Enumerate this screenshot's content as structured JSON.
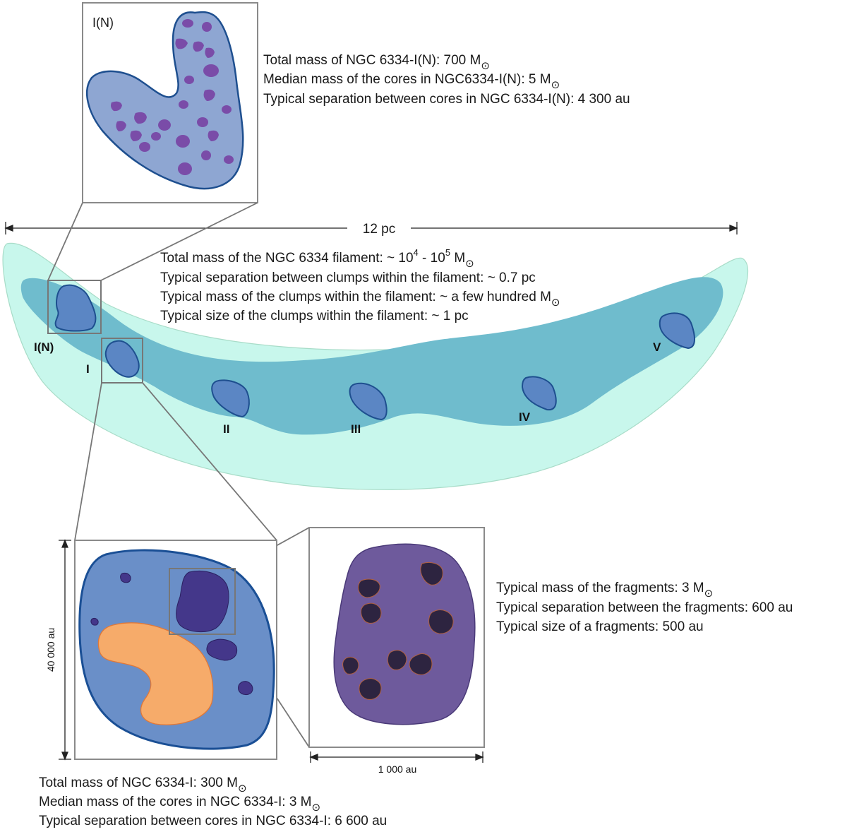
{
  "inset_IN": {
    "label": "I(N)",
    "lines": [
      {
        "text": "Total mass of NGC 6334-I(N): 700 M",
        "sub": "⊙"
      },
      {
        "text": "Median mass of the cores in NGC6334-I(N): 5 M",
        "sub": "⊙"
      },
      {
        "text": "Typical separation between cores in NGC 6334-I(N): 4 300 au",
        "sub": ""
      }
    ]
  },
  "filament": {
    "scale_label": "12 pc",
    "lines": [
      {
        "pre": "Total mass of the NGC 6334 filament: ~ 10",
        "sup1": "4",
        "mid": " - 10",
        "sup2": "5",
        "post": " M",
        "sub": "⊙"
      },
      {
        "text": "Typical separation between clumps within the filament: ~ 0.7 pc",
        "sub": ""
      },
      {
        "text": "Typical mass of the clumps within the filament: ~ a few hundred M",
        "sub": "⊙"
      },
      {
        "text": "Typical size of the clumps within the filament: ~ 1 pc",
        "sub": ""
      }
    ],
    "clump_labels": [
      "I(N)",
      "I",
      "II",
      "III",
      "IV",
      "V"
    ]
  },
  "inset_I": {
    "scale_label": "40 000 au",
    "lines": [
      {
        "text": "Total mass of NGC 6334-I: 300 M",
        "sub": "⊙"
      },
      {
        "text": "Median mass of the cores in NGC 6334-I: 3 M",
        "sub": "⊙"
      },
      {
        "text": "Typical separation between cores in NGC 6334-I: 6 600 au",
        "sub": ""
      }
    ]
  },
  "inset_core": {
    "scale_label": "1 000 au",
    "lines": [
      {
        "text": "Typical mass of the fragments: 3 M",
        "sub": "⊙"
      },
      {
        "text": "Typical separation between the fragments: 600 au",
        "sub": ""
      },
      {
        "text": "Typical size  of a fragments: 500 au",
        "sub": ""
      }
    ]
  },
  "colors": {
    "outer_filament": "#c8f7ec",
    "inner_filament": "#6fbccd",
    "clump": "#5b86c4",
    "clump_edge": "#1e4f8f",
    "core_violet": "#7a4ca8",
    "fragment_host": "#6e5a9c",
    "fragment": "#2d2440",
    "hot_region": "#f6ab6a"
  }
}
